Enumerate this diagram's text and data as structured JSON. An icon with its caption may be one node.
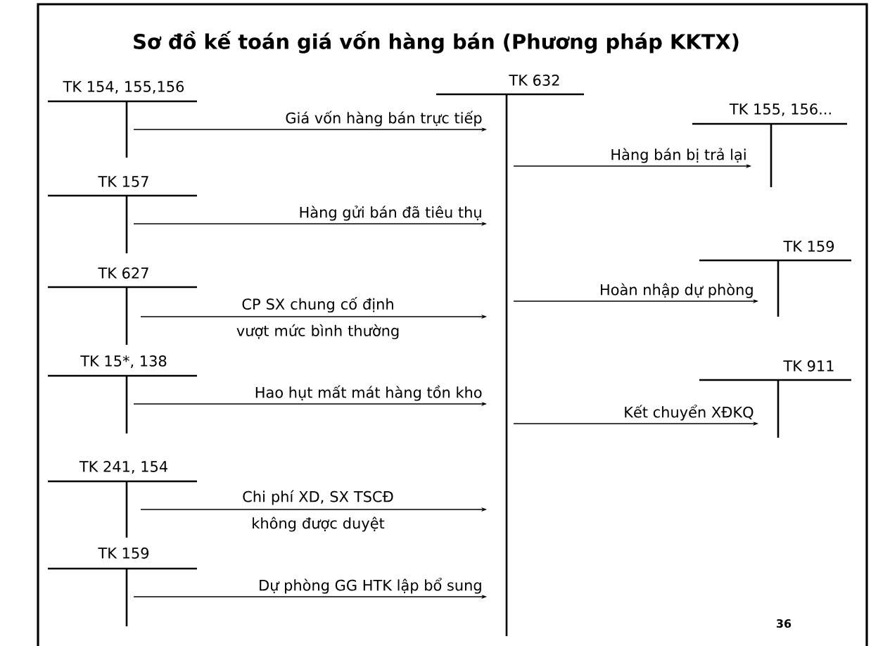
{
  "diagram": {
    "title": "Sơ đồ kế toán giá vốn hàng bán (Phương pháp KKTX)",
    "nodes": [
      {
        "text": [
          "TK 154, 155,156"
        ]
      },
      {
        "text": [
          "TK 157"
        ]
      },
      {
        "text": [
          "TK 627"
        ]
      },
      {
        "text": [
          "TK 15*, 138"
        ]
      },
      {
        "text": [
          "TK 241, 154"
        ]
      },
      {
        "text": [
          "TK 159"
        ]
      },
      {
        "text": [
          "TK 632"
        ]
      },
      {
        "text": [
          "TK 155, 156..."
        ]
      },
      {
        "text": [
          "TK 159"
        ]
      },
      {
        "text": [
          "TK 911"
        ]
      }
    ],
    "edges": [
      {
        "from": 0,
        "to": 6,
        "arrow": "to",
        "label": "Giá vốn hàng bán trực tiếp"
      },
      {
        "from": 1,
        "to": 6,
        "arrow": "to",
        "label": "Hàng gửi bán đã tiêu thụ"
      },
      {
        "from": 2,
        "to": 6,
        "arrow": "to",
        "label": "CP SX chung cố định vượt mức bình thường"
      },
      {
        "from": 3,
        "to": 6,
        "arrow": "to",
        "label": "Hao hụt mất mát hàng tồn kho"
      },
      {
        "from": 4,
        "to": 6,
        "arrow": "to",
        "label": "Chi phí XD, SX TSCĐ không được duyệt"
      },
      {
        "from": 5,
        "to": 6,
        "arrow": "to",
        "label": "Dự phòng GG HTK lập bổ sung"
      },
      {
        "from": 6,
        "to": 7,
        "arrow": "to",
        "label": "Hàng bán bị trả lại"
      },
      {
        "from": 6,
        "to": 8,
        "arrow": "to",
        "label": "Hoàn nhập dự phòng"
      },
      {
        "from": 6,
        "to": 9,
        "arrow": "to",
        "label": "Kết chuyển XĐKQ"
      }
    ],
    "labels": [
      "36"
    ]
  }
}
